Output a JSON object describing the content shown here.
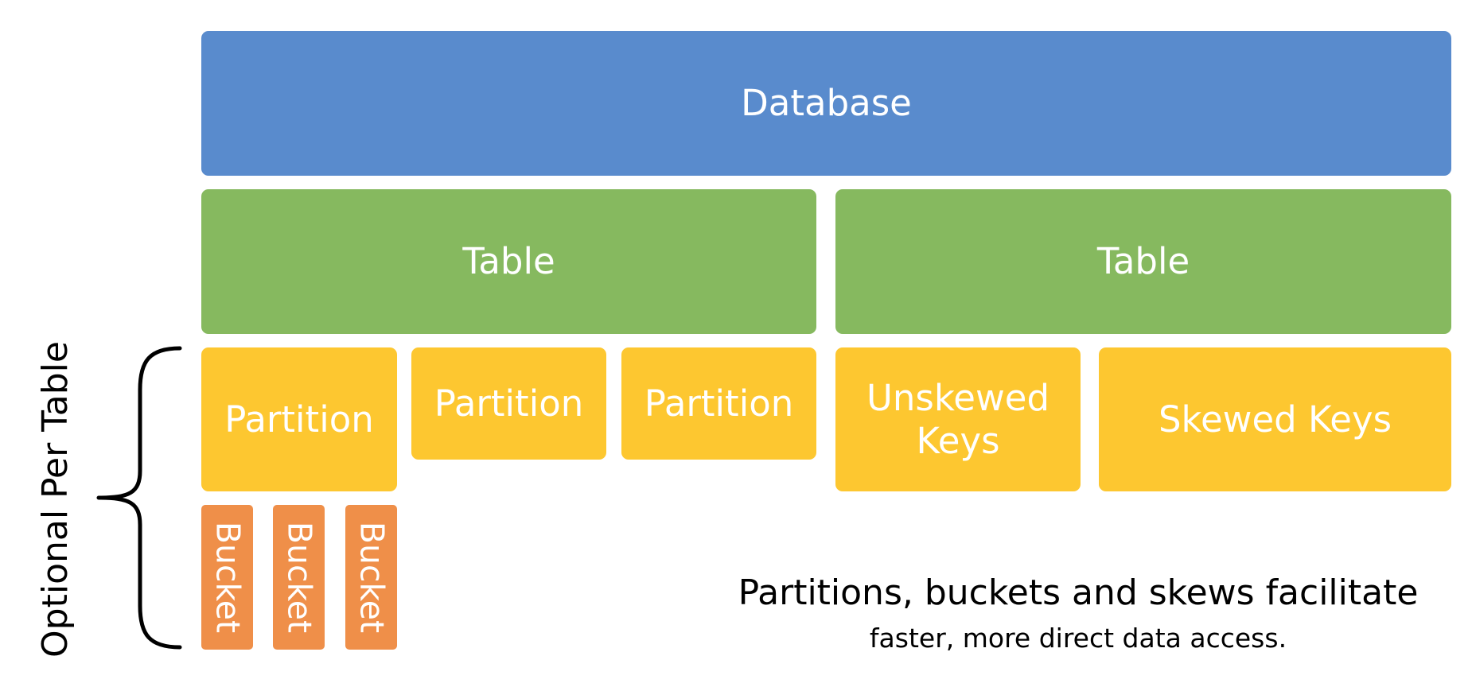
{
  "colors": {
    "database": "#598bcd",
    "table": "#86b95f",
    "partition": "#fdc730",
    "bucket": "#ef8f49",
    "box_text": "#ffffff"
  },
  "database": {
    "label": "Database"
  },
  "tables": [
    {
      "label": "Table"
    },
    {
      "label": "Table"
    }
  ],
  "table1_children": [
    {
      "label": "Partition"
    },
    {
      "label": "Partition"
    },
    {
      "label": "Partition"
    }
  ],
  "table2_children": [
    {
      "label_line1": "Unskewed",
      "label_line2": "Keys"
    },
    {
      "label": "Skewed Keys"
    }
  ],
  "buckets": [
    {
      "label": "Bucket"
    },
    {
      "label": "Bucket"
    },
    {
      "label": "Bucket"
    }
  ],
  "side_label": "Optional Per Table",
  "caption": {
    "main": "Partitions, buckets and skews facilitate",
    "sub": "faster, more direct data access."
  }
}
